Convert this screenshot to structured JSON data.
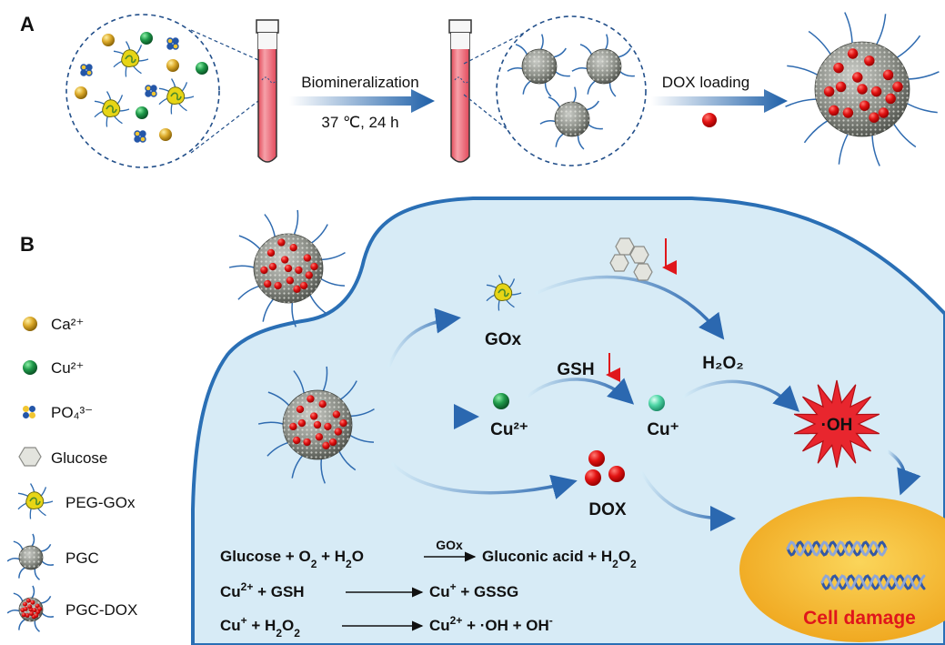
{
  "panels": {
    "a": "A",
    "b": "B"
  },
  "panel_a": {
    "arrow1_label": "Biomineralization",
    "arrow1_condition": "37 ℃, 24 h",
    "arrow2_label": "DOX loading"
  },
  "panel_b": {
    "gox": "GOx",
    "gsh": "GSH",
    "h2o2": "H₂O₂",
    "cu2": "Cu²⁺",
    "cu1": "Cu⁺",
    "oh": "·OH",
    "dox": "DOX",
    "cell_damage": "Cell damage",
    "equations": [
      "Glucose + O₂ + H₂O → Gluconic acid + H₂O₂ (GOx)",
      "Cu²⁺ + GSH → Cu⁺ + GSSG",
      "Cu⁺ + H₂O₂ → Cu²⁺ + ·OH + OH⁻"
    ],
    "equation_catalyst": "GOx"
  },
  "legend": [
    {
      "label": "Ca²⁺",
      "icon": "calcium-ion-icon"
    },
    {
      "label": "Cu²⁺",
      "icon": "copper-ion-icon"
    },
    {
      "label": "PO₄³⁻",
      "icon": "phosphate-icon"
    },
    {
      "label": "Glucose",
      "icon": "glucose-icon"
    },
    {
      "label": "PEG-GOx",
      "icon": "peg-gox-icon"
    },
    {
      "label": "PGC",
      "icon": "pgc-particle-icon"
    },
    {
      "label": "PGC-DOX",
      "icon": "pgc-dox-particle-icon"
    }
  ],
  "colors": {
    "calcium": "#d9a520",
    "copper": "#1f9a4a",
    "copper_reduced": "#4fd6a6",
    "dox": "#e11a1a",
    "cell": "#d7ebf6",
    "cell_border": "#2a6fb5",
    "nucleus": "#f4b429",
    "oh_star": "#e8262e"
  }
}
